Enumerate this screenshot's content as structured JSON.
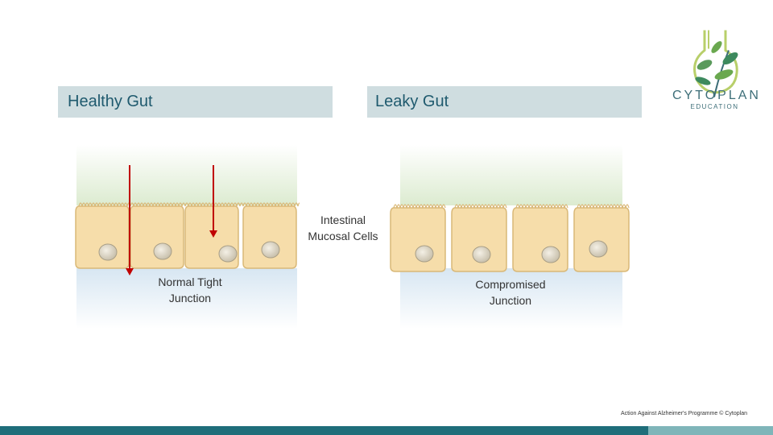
{
  "titles": {
    "healthy": "Healthy Gut",
    "leaky": "Leaky Gut"
  },
  "labels": {
    "cells": "Intestinal Mucosal Cells",
    "normal_junction": "Normal Tight Junction",
    "compromised_junction": "Compromised Junction"
  },
  "logo": {
    "brand": "CYTOPLAN",
    "sub": "EDUCATION"
  },
  "footer": {
    "text": "Action Against Alzheimer's Programme © Cytoplan"
  },
  "colors": {
    "title_bg": "#cfdde0",
    "title_text": "#1f5a6e",
    "cell_fill": "#f6ddaa",
    "cell_stroke": "#d9b877",
    "nucleus": "#d8d2c2",
    "arrow": "#c00000",
    "lumen_green": "#dcebd0",
    "blood_blue": "#d7e6f2",
    "footer_dark": "#1f6e7a",
    "footer_light": "#7fb5b9"
  }
}
